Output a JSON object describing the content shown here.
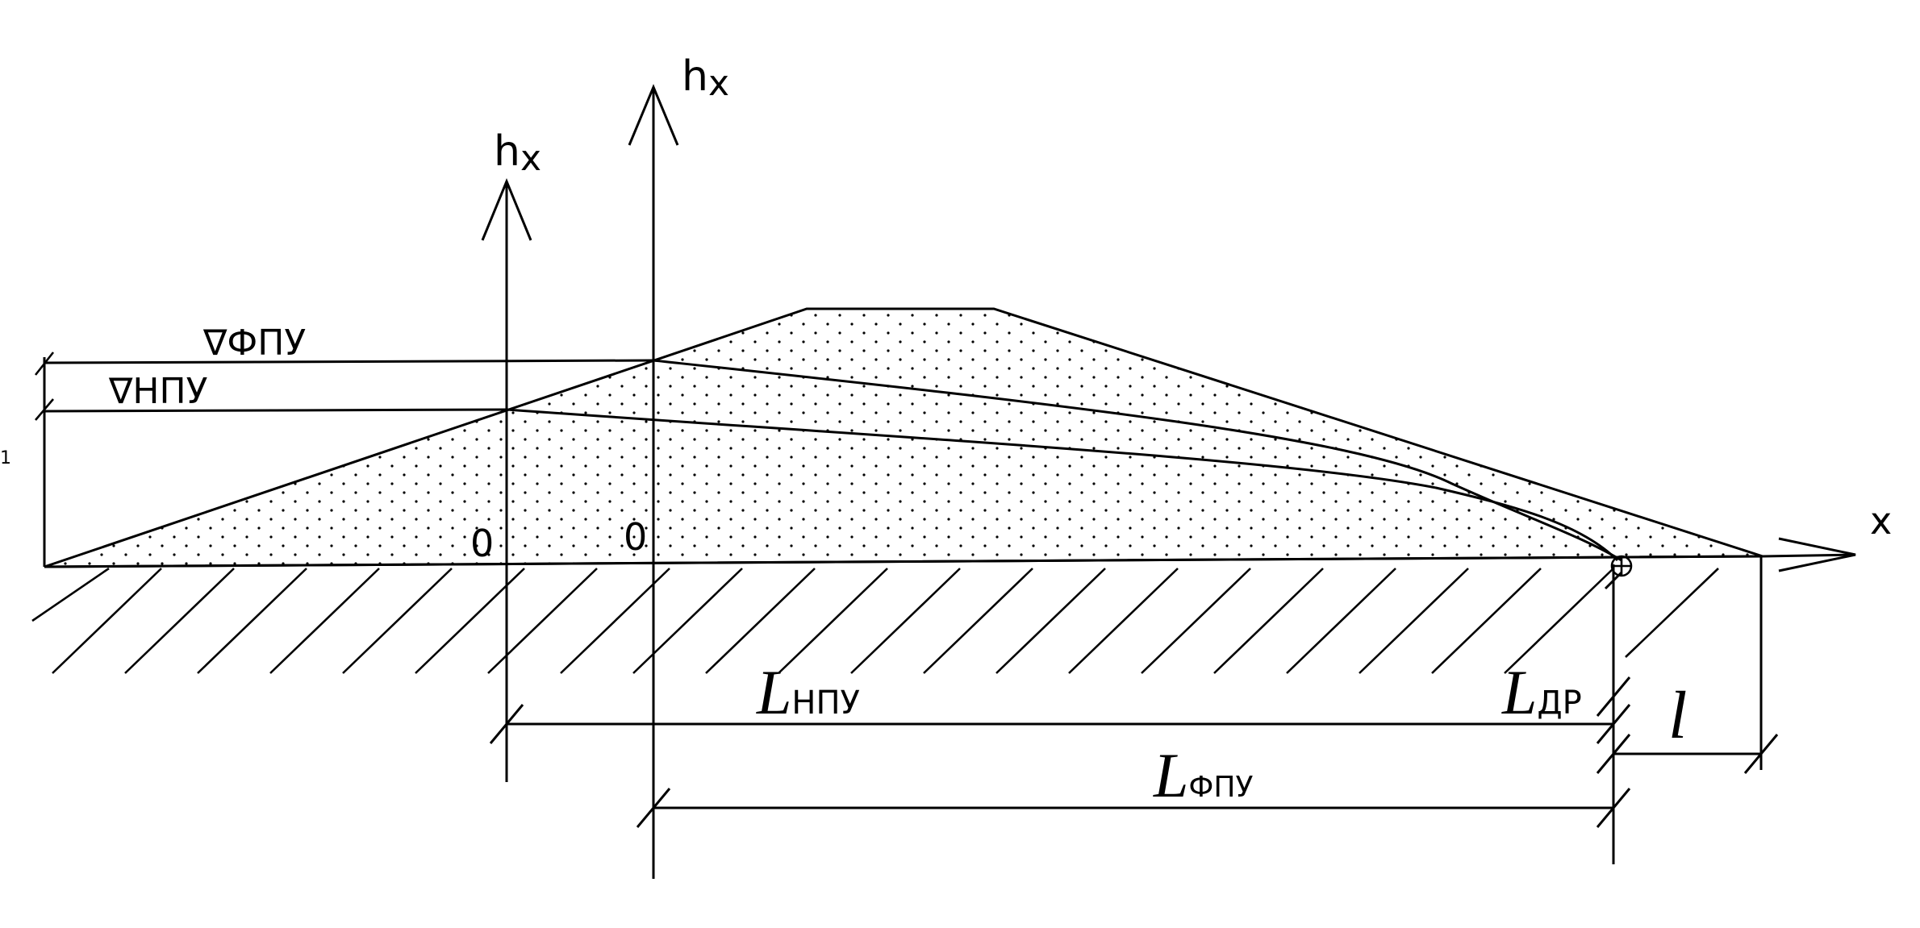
{
  "axes": {
    "axis1_label_main": "h",
    "axis1_label_sub": "x",
    "axis2_label_main": "h",
    "axis2_label_sub": "x",
    "x_axis_label": "x",
    "origin1": "0",
    "origin2": "0"
  },
  "levels": {
    "fpu_label": "∇ФПУ",
    "npu_label": "∇НПУ",
    "left_edge_mark": "1"
  },
  "dimensions": {
    "l_npu_main": "L",
    "l_npu_sub": "НПУ",
    "l_fpu_main": "L",
    "l_fpu_sub": "ФПУ",
    "l_dr_main": "L",
    "l_dr_sub": "ДР",
    "l_small": "l"
  }
}
